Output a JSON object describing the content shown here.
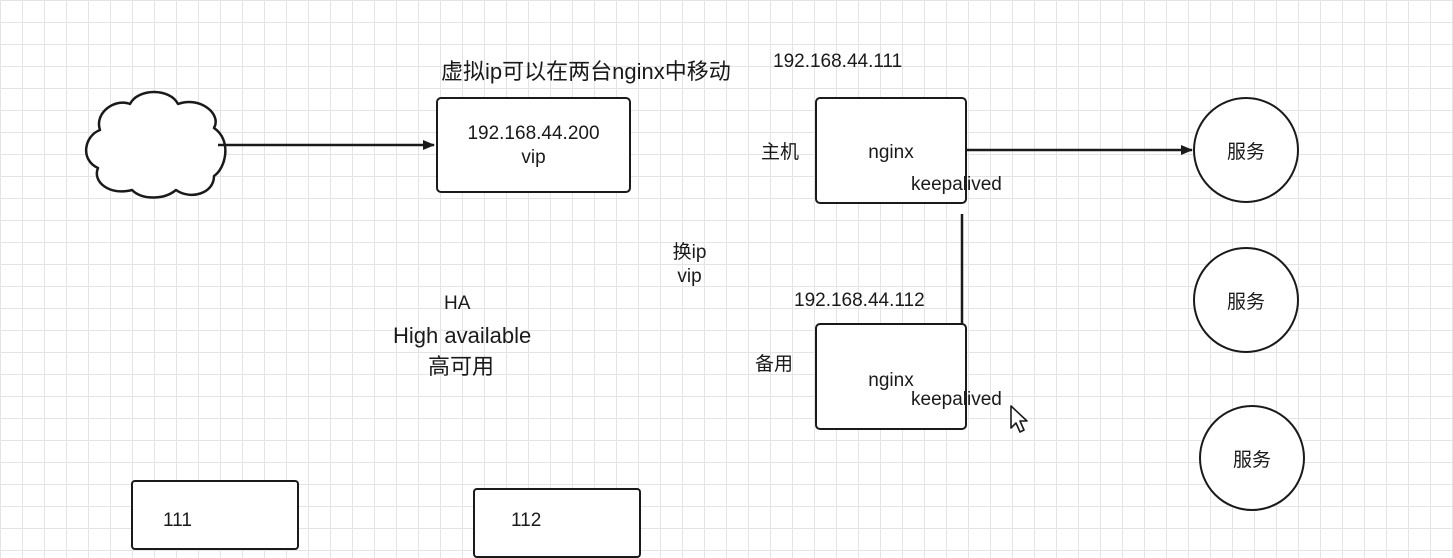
{
  "diagram": {
    "title_note": "虚拟ip可以在两台nginx中移动",
    "vip_box": {
      "ip": "192.168.44.200",
      "name": "vip"
    },
    "master": {
      "ip": "192.168.44.111",
      "role": "主机",
      "service": "nginx",
      "agent": "keepalived"
    },
    "backup": {
      "ip": "192.168.44.112",
      "role": "备用",
      "service": "nginx",
      "agent": "keepalived"
    },
    "switch_note": {
      "line1": "换ip",
      "line2": "vip"
    },
    "ha_note": {
      "line1": "HA",
      "line2": "High available",
      "line3": "高可用"
    },
    "services": [
      "服务",
      "服务",
      "服务"
    ],
    "bottom_boxes": [
      "111",
      "112"
    ]
  },
  "colors": {
    "stroke": "#1a1a1a",
    "grid": "#e4e4e4",
    "background": "#ffffff"
  },
  "icons": {
    "cloud": "cloud-icon",
    "cursor": "mouse-pointer-icon"
  }
}
